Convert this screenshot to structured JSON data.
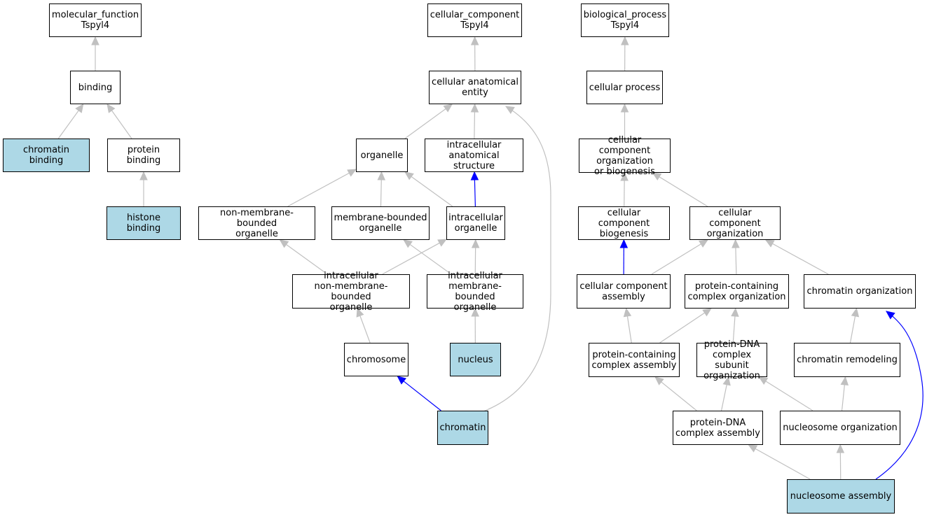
{
  "graph": {
    "nodes": {
      "mf": {
        "label": "molecular_function\nTspyl4",
        "annotated": false
      },
      "bind": {
        "label": "binding",
        "annotated": false
      },
      "chb": {
        "label": "chromatin binding",
        "annotated": true
      },
      "pb": {
        "label": "protein binding",
        "annotated": false
      },
      "hb": {
        "label": "histone binding",
        "annotated": true
      },
      "cc": {
        "label": "cellular_component\nTspyl4",
        "annotated": false
      },
      "cae": {
        "label": "cellular anatomical\nentity",
        "annotated": false
      },
      "org": {
        "label": "organelle",
        "annotated": false
      },
      "ias": {
        "label": "intracellular\nanatomical structure",
        "annotated": false
      },
      "nmbo": {
        "label": "non-membrane-bounded\norganelle",
        "annotated": false
      },
      "mbo": {
        "label": "membrane-bounded\norganelle",
        "annotated": false
      },
      "io": {
        "label": "intracellular\norganelle",
        "annotated": false
      },
      "inmb": {
        "label": "intracellular\nnon-membrane-bounded\norganelle",
        "annotated": false
      },
      "imbo": {
        "label": "intracellular\nmembrane-bounded\norganelle",
        "annotated": false
      },
      "chr": {
        "label": "chromosome",
        "annotated": false
      },
      "nuc": {
        "label": "nucleus",
        "annotated": true
      },
      "chtn": {
        "label": "chromatin",
        "annotated": true
      },
      "bp": {
        "label": "biological_process\nTspyl4",
        "annotated": false
      },
      "cp": {
        "label": "cellular process",
        "annotated": false
      },
      "ccob": {
        "label": "cellular component\norganization\nor biogenesis",
        "annotated": false
      },
      "ccb": {
        "label": "cellular component\nbiogenesis",
        "annotated": false
      },
      "cco": {
        "label": "cellular component\norganization",
        "annotated": false
      },
      "cca": {
        "label": "cellular component\nassembly",
        "annotated": false
      },
      "pcco": {
        "label": "protein-containing\ncomplex organization",
        "annotated": false
      },
      "cho": {
        "label": "chromatin organization",
        "annotated": false
      },
      "pcca": {
        "label": "protein-containing\ncomplex assembly",
        "annotated": false
      },
      "pdna": {
        "label": "protein-DNA\ncomplex subunit\norganization",
        "annotated": false
      },
      "chrm": {
        "label": "chromatin remodeling",
        "annotated": false
      },
      "pdca": {
        "label": "protein-DNA\ncomplex assembly",
        "annotated": false
      },
      "nso": {
        "label": "nucleosome organization",
        "annotated": false
      },
      "nsa": {
        "label": "nucleosome assembly",
        "annotated": true
      }
    },
    "edges": [
      {
        "from": "bind",
        "to": "mf",
        "color": "gray"
      },
      {
        "from": "chb",
        "to": "bind",
        "color": "gray"
      },
      {
        "from": "pb",
        "to": "bind",
        "color": "gray"
      },
      {
        "from": "hb",
        "to": "pb",
        "color": "gray"
      },
      {
        "from": "cae",
        "to": "cc",
        "color": "gray"
      },
      {
        "from": "org",
        "to": "cae",
        "color": "gray"
      },
      {
        "from": "ias",
        "to": "cae",
        "color": "gray"
      },
      {
        "from": "chtn",
        "to": "cae",
        "color": "gray"
      },
      {
        "from": "nmbo",
        "to": "org",
        "color": "gray"
      },
      {
        "from": "mbo",
        "to": "org",
        "color": "gray"
      },
      {
        "from": "io",
        "to": "org",
        "color": "gray"
      },
      {
        "from": "io",
        "to": "ias",
        "color": "blue"
      },
      {
        "from": "inmb",
        "to": "nmbo",
        "color": "gray"
      },
      {
        "from": "inmb",
        "to": "io",
        "color": "gray"
      },
      {
        "from": "imbo",
        "to": "mbo",
        "color": "gray"
      },
      {
        "from": "imbo",
        "to": "io",
        "color": "gray"
      },
      {
        "from": "chr",
        "to": "inmb",
        "color": "gray"
      },
      {
        "from": "nuc",
        "to": "imbo",
        "color": "gray"
      },
      {
        "from": "chtn",
        "to": "chr",
        "color": "blue"
      },
      {
        "from": "cp",
        "to": "bp",
        "color": "gray"
      },
      {
        "from": "ccob",
        "to": "cp",
        "color": "gray"
      },
      {
        "from": "ccb",
        "to": "ccob",
        "color": "gray"
      },
      {
        "from": "cco",
        "to": "ccob",
        "color": "gray"
      },
      {
        "from": "cca",
        "to": "ccb",
        "color": "blue"
      },
      {
        "from": "cca",
        "to": "cco",
        "color": "gray"
      },
      {
        "from": "pcco",
        "to": "cco",
        "color": "gray"
      },
      {
        "from": "cho",
        "to": "cco",
        "color": "gray"
      },
      {
        "from": "pcca",
        "to": "cca",
        "color": "gray"
      },
      {
        "from": "pcca",
        "to": "pcco",
        "color": "gray"
      },
      {
        "from": "pdna",
        "to": "pcco",
        "color": "gray"
      },
      {
        "from": "chrm",
        "to": "cho",
        "color": "gray"
      },
      {
        "from": "pdca",
        "to": "pcca",
        "color": "gray"
      },
      {
        "from": "pdca",
        "to": "pdna",
        "color": "gray"
      },
      {
        "from": "nso",
        "to": "pdna",
        "color": "gray"
      },
      {
        "from": "nso",
        "to": "chrm",
        "color": "gray"
      },
      {
        "from": "nsa",
        "to": "pdca",
        "color": "gray"
      },
      {
        "from": "nsa",
        "to": "nso",
        "color": "gray"
      },
      {
        "from": "nsa",
        "to": "cho",
        "color": "blue"
      }
    ]
  },
  "colors": {
    "annotated_fill": "#add8e6",
    "node_fill": "#ffffff",
    "is_a_edge": "#c0c0c0",
    "part_of_edge": "#0000ff"
  }
}
